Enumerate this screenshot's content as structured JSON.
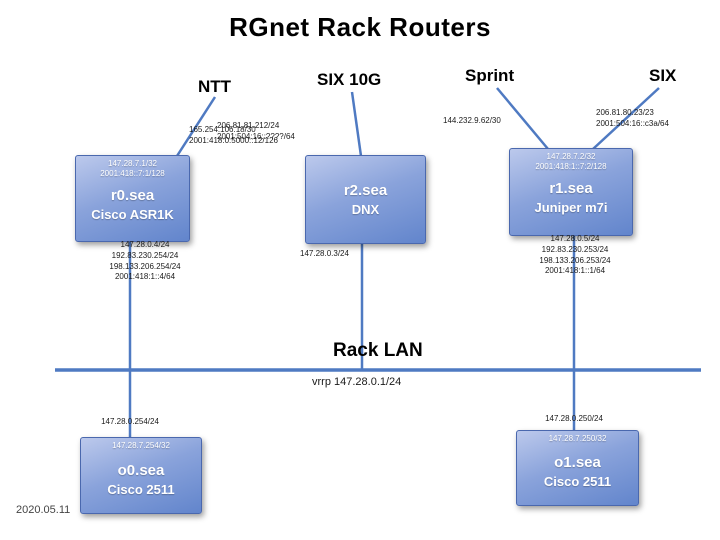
{
  "title": "RGnet Rack Routers",
  "date": "2020.05.11",
  "uplinks": {
    "ntt": {
      "label": "NTT",
      "addresses": [
        "165.254.106.18/30",
        "2001:418:0:5000::12/126"
      ]
    },
    "six10g": {
      "label": "SIX 10G",
      "addresses": [
        "206.81.81.212/24",
        "2001:504:16::????/64"
      ]
    },
    "sprint": {
      "label": "Sprint",
      "addresses": [
        "144.232.9.62/30"
      ]
    },
    "six": {
      "label": "SIX",
      "addresses": [
        "206.81.80.23/23",
        "2001:504:16::c3a/64"
      ]
    }
  },
  "routers": {
    "r0": {
      "name": "r0.sea",
      "model": "Cisco ASR1K",
      "loopbacks": [
        "147.28.7.1/32",
        "2001:418::7:1/128"
      ],
      "lan_addresses": [
        "147.28.0.4/24",
        "192.83.230.254/24",
        "198.133.206.254/24",
        "2001:418:1::4/64"
      ]
    },
    "r2": {
      "name": "r2.sea",
      "model": "DNX",
      "loopbacks": [],
      "lan_addresses": [
        "147.28.0.3/24"
      ]
    },
    "r1": {
      "name": "r1.sea",
      "model": "Juniper m7i",
      "loopbacks": [
        "147.28.7.2/32",
        "2001:418:1::7:2/128"
      ],
      "lan_addresses": [
        "147.28.0.5/24",
        "192.83.230.253/24",
        "198.133.206.253/24",
        "2001:418:1::1/64"
      ]
    }
  },
  "console_servers": {
    "o0": {
      "name": "o0.sea",
      "model": "Cisco 2511",
      "loopbacks": [
        "147.28.7.254/32"
      ],
      "lan_addresses": [
        "147.28.0.254/24"
      ]
    },
    "o1": {
      "name": "o1.sea",
      "model": "Cisco 2511",
      "loopbacks": [
        "147.28.7.250/32"
      ],
      "lan_addresses": [
        "147.28.0.250/24"
      ]
    }
  },
  "lan": {
    "label": "Rack LAN",
    "vrrp": "vrrp 147.28.0.1/24"
  },
  "colors": {
    "line": "#4f7ac2",
    "box_top": "#bcc9ec",
    "box_bottom": "#6285cc",
    "box_border": "#4a68ae"
  }
}
